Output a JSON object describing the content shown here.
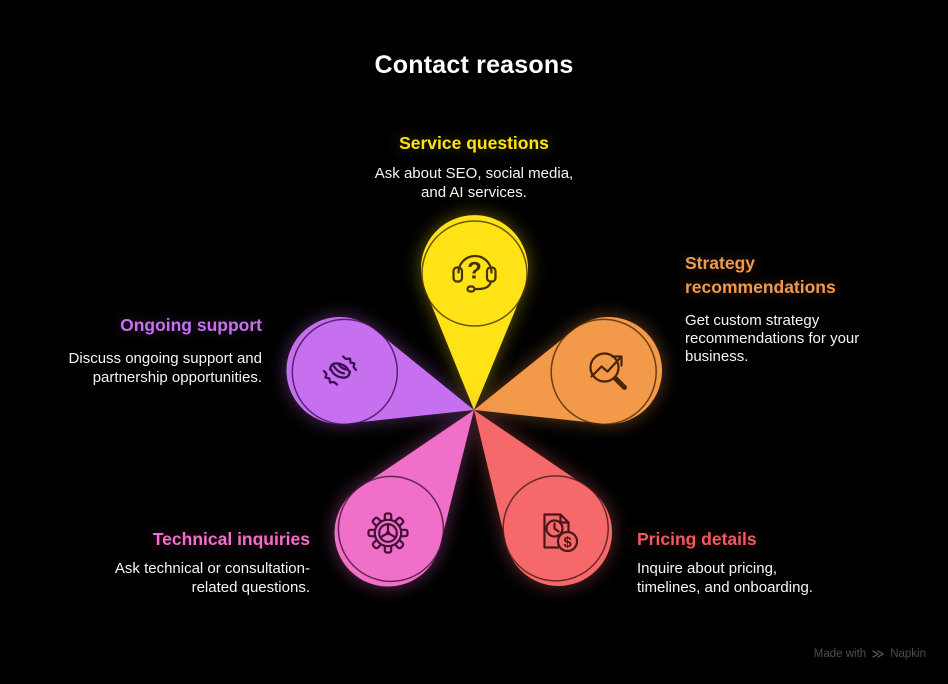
{
  "title": "Contact reasons",
  "colors": {
    "background": "#000000",
    "title": "#ffffff",
    "body_text": "#f5f5f5",
    "watermark": "#4e4e4e"
  },
  "items": [
    {
      "id": "service-questions",
      "title": "Service questions",
      "petal_color": "#FFE316",
      "title_color": "#FFE316",
      "icon": "headset-question-icon",
      "icon_color": "#443300",
      "desc": [
        "Ask about SEO, social media,",
        "and AI services."
      ]
    },
    {
      "id": "strategy-recommendations",
      "title": "Strategy recommendations",
      "petal_color": "#F2994A",
      "title_color": "#F2994A",
      "icon": "search-trend-icon",
      "icon_color": "#4a2505",
      "desc": [
        "Get custom strategy",
        "recommendations for your",
        "business."
      ]
    },
    {
      "id": "pricing-details",
      "title": "Pricing details",
      "petal_color": "#F5696B",
      "title_color": "#EF5A5E",
      "icon": "document-clock-dollar-icon",
      "icon_color": "#4a161a",
      "desc": [
        "Inquire about pricing,",
        "timelines, and onboarding."
      ]
    },
    {
      "id": "technical-inquiries",
      "title": "Technical inquiries",
      "petal_color": "#F06FC8",
      "title_color": "#F06FC8",
      "icon": "gear-wheel-icon",
      "icon_color": "#441136",
      "desc": [
        "Ask technical or consultation-",
        "related questions."
      ]
    },
    {
      "id": "ongoing-support",
      "title": "Ongoing support",
      "petal_color": "#C670F0",
      "title_color": "#C670F0",
      "icon": "handshake-icon",
      "icon_color": "#38104f",
      "desc": [
        "Discuss ongoing support and",
        "partnership opportunities."
      ]
    }
  ],
  "watermark": {
    "prefix": "Made with",
    "brand": "Napkin"
  }
}
